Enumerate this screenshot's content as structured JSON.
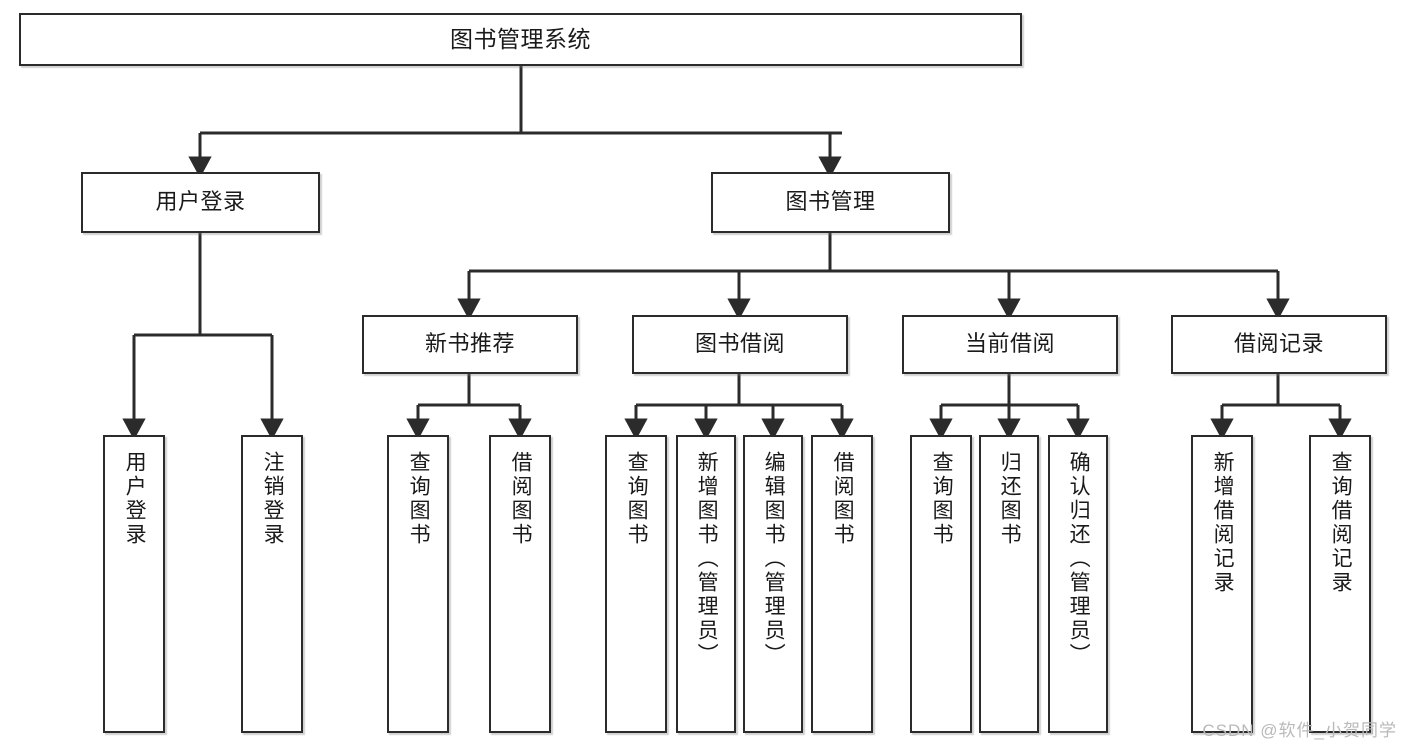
{
  "diagram": {
    "title": "图书管理系统",
    "watermark": "CSDN @软件_小贺同学",
    "line_color": "#2b2b2b",
    "box_fill": "#ffffff",
    "text_color": "#1a1a1a",
    "nodes": {
      "root": {
        "label": "图书管理系统"
      },
      "level2": [
        {
          "key": "user_login",
          "label": "用户登录"
        },
        {
          "key": "book_manage",
          "label": "图书管理"
        }
      ],
      "level3": [
        {
          "key": "new_book_recommend",
          "label": "新书推荐"
        },
        {
          "key": "book_borrow",
          "label": "图书借阅"
        },
        {
          "key": "current_borrow",
          "label": "当前借阅"
        },
        {
          "key": "borrow_record",
          "label": "借阅记录"
        }
      ],
      "leaves": {
        "user_login": [
          {
            "key": "leaf_user_login",
            "label": "用户登录"
          },
          {
            "key": "leaf_user_logout",
            "label": "注销登录"
          }
        ],
        "new_book_recommend": [
          {
            "key": "leaf_query_book_1",
            "label": "查询图书"
          },
          {
            "key": "leaf_borrow_book_1",
            "label": "借阅图书"
          }
        ],
        "book_borrow": [
          {
            "key": "leaf_query_book_2",
            "label": "查询图书"
          },
          {
            "key": "leaf_add_book",
            "label": "新增图书（管理员）"
          },
          {
            "key": "leaf_edit_book",
            "label": "编辑图书（管理员）"
          },
          {
            "key": "leaf_borrow_book_2",
            "label": "借阅图书"
          }
        ],
        "current_borrow": [
          {
            "key": "leaf_query_book_3",
            "label": "查询图书"
          },
          {
            "key": "leaf_return_book",
            "label": "归还图书"
          },
          {
            "key": "leaf_confirm_return",
            "label": "确认归还（管理员）"
          }
        ],
        "borrow_record": [
          {
            "key": "leaf_add_record",
            "label": "新增借阅记录"
          },
          {
            "key": "leaf_query_record",
            "label": "查询借阅记录"
          }
        ]
      }
    }
  }
}
